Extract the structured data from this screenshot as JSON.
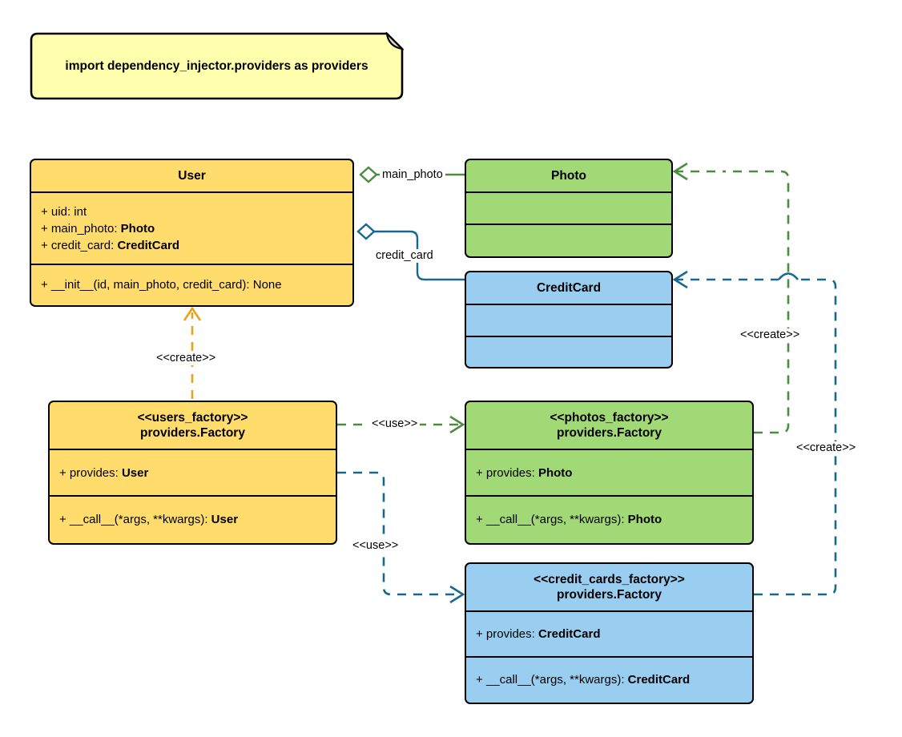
{
  "diagram": {
    "type": "uml-class-diagram",
    "title": "Dependency Injector providers UML class diagram",
    "colors": {
      "yellow_fill": "#FFDC6B",
      "green_fill": "#A2D977",
      "blue_fill": "#99CEF0",
      "note_fill": "#FFFFAD",
      "green_edge": "#4C8C3F",
      "blue_edge": "#17688F",
      "amber_edge": "#E8A317",
      "outline": "#000000"
    }
  },
  "note": {
    "text": "import dependency_injector.providers as providers",
    "corner": "folded-corner"
  },
  "classes": [
    {
      "id": "user",
      "title_lines": [
        "User"
      ],
      "color": "yellow",
      "attributes": [
        {
          "text": "+ uid: int",
          "type": ""
        },
        {
          "text": "+ main_photo: ",
          "type": "Photo"
        },
        {
          "text": "+ credit_card: ",
          "type": "CreditCard"
        }
      ],
      "methods": [
        {
          "text": "+ __init__(id, main_photo, credit_card): None",
          "type": ""
        }
      ]
    },
    {
      "id": "photo",
      "title_lines": [
        "Photo"
      ],
      "color": "green",
      "attributes": [],
      "methods": []
    },
    {
      "id": "credit-card",
      "title_lines": [
        "CreditCard"
      ],
      "color": "blue",
      "attributes": [],
      "methods": []
    },
    {
      "id": "users-factory",
      "title_lines": [
        "<<users_factory>>",
        "providers.Factory"
      ],
      "color": "yellow",
      "attributes": [
        {
          "text": "+ provides: ",
          "type": "User"
        }
      ],
      "methods": [
        {
          "text": "+ __call__(*args, **kwargs): ",
          "type": "User"
        }
      ]
    },
    {
      "id": "photos-factory",
      "title_lines": [
        "<<photos_factory>>",
        "providers.Factory"
      ],
      "color": "green",
      "attributes": [
        {
          "text": "+ provides: ",
          "type": "Photo"
        }
      ],
      "methods": [
        {
          "text": "+ __call__(*args, **kwargs): ",
          "type": "Photo"
        }
      ]
    },
    {
      "id": "credit-cards-factory",
      "title_lines": [
        "<<credit_cards_factory>>",
        "providers.Factory"
      ],
      "color": "blue",
      "attributes": [
        {
          "text": "+ provides: ",
          "type": "CreditCard"
        }
      ],
      "methods": [
        {
          "text": "+ __call__(*args, **kwargs): ",
          "type": "CreditCard"
        }
      ]
    }
  ],
  "edge_labels": {
    "main_photo": "main_photo",
    "credit_card": "credit_card",
    "create_user": "<<create>>",
    "use_photos": "<<use>>",
    "use_credit_cards": "<<use>>",
    "create_photo": "<<create>>",
    "create_credit_card": "<<create>>"
  },
  "relationships": [
    {
      "from": "user",
      "to": "photo",
      "kind": "aggregation",
      "label": "main_photo",
      "color": "#4C8C3F"
    },
    {
      "from": "user",
      "to": "credit-card",
      "kind": "aggregation",
      "label": "credit_card",
      "color": "#17688F"
    },
    {
      "from": "users-factory",
      "to": "user",
      "kind": "dependency",
      "label": "<<create>>",
      "color": "#E8A317"
    },
    {
      "from": "users-factory",
      "to": "photos-factory",
      "kind": "dependency",
      "label": "<<use>>",
      "color": "#4C8C3F"
    },
    {
      "from": "users-factory",
      "to": "credit-cards-factory",
      "kind": "dependency",
      "label": "<<use>>",
      "color": "#17688F"
    },
    {
      "from": "photos-factory",
      "to": "photo",
      "kind": "dependency",
      "label": "<<create>>",
      "color": "#4C8C3F"
    },
    {
      "from": "credit-cards-factory",
      "to": "credit-card",
      "kind": "dependency",
      "label": "<<create>>",
      "color": "#17688F"
    }
  ]
}
